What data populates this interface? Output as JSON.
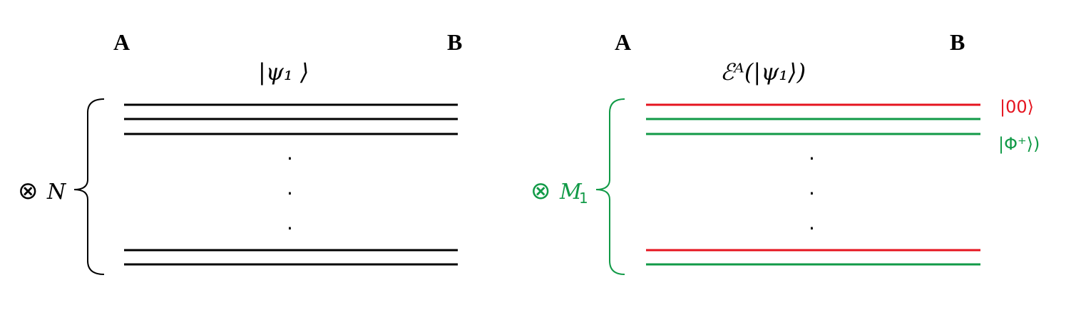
{
  "colors": {
    "black": "#000000",
    "green": "#119a47",
    "red": "#e5141f"
  },
  "left_panel": {
    "label_a": "A",
    "label_b": "B",
    "state": "|ψ₁ ⟩",
    "tensor_symbol": "⊗",
    "count_label": "N",
    "dots": [
      ".",
      ".",
      "."
    ]
  },
  "right_panel": {
    "label_a": "A",
    "label_b": "B",
    "state": "ℰᴬ(|ψ₁⟩)",
    "tensor_symbol": "⊗",
    "count_label": "M",
    "count_subscript": "1",
    "dots": [
      ".",
      ".",
      "."
    ],
    "line_labels": {
      "zero_zero": "|00⟩",
      "phi_plus": "|Φ⁺⟩)"
    }
  }
}
